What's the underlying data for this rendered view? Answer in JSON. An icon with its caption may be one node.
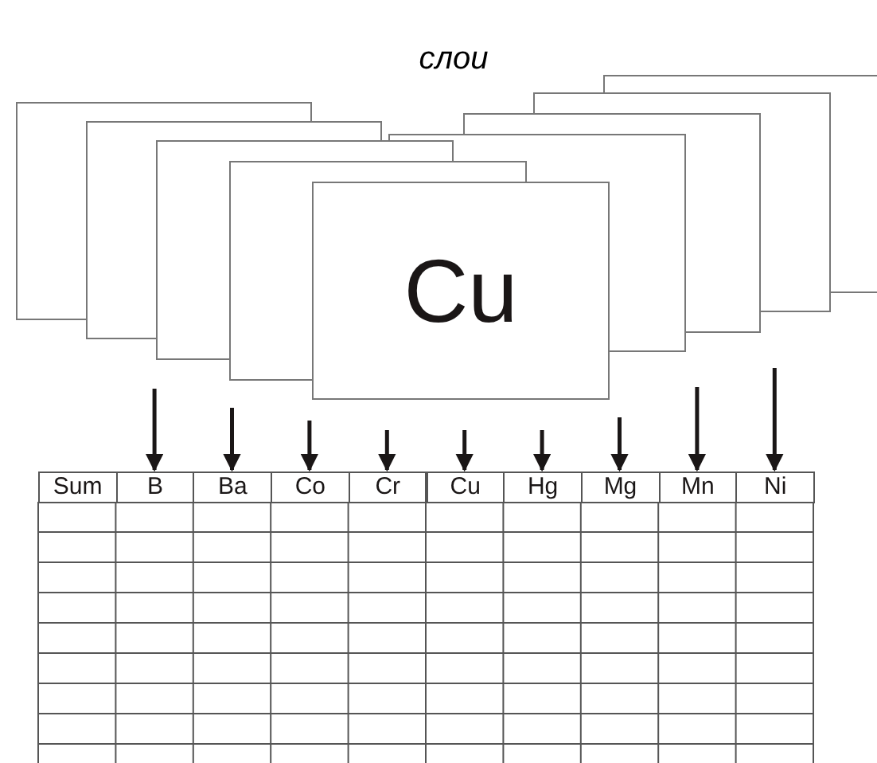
{
  "diagram": {
    "title": "слои",
    "nodes": [
      {
        "text": [],
        "shape": "box"
      },
      {
        "text": [],
        "shape": "box"
      },
      {
        "text": [],
        "shape": "box"
      },
      {
        "text": [],
        "shape": "box"
      },
      {
        "text": [
          "Cu"
        ]
      },
      {
        "text": [],
        "shape": "box"
      },
      {
        "text": [],
        "shape": "box"
      },
      {
        "text": [],
        "shape": "box"
      },
      {
        "text": [],
        "shape": "box"
      },
      {
        "text": [
          "Sum"
        ]
      },
      {
        "text": [
          "B"
        ]
      },
      {
        "text": [
          "Ba"
        ]
      },
      {
        "text": [
          "Co"
        ]
      },
      {
        "text": [
          "Cr"
        ]
      },
      {
        "text": [
          "Cu"
        ]
      },
      {
        "text": [
          "Hg"
        ]
      },
      {
        "text": [
          "Mg"
        ]
      },
      {
        "text": [
          "Mn"
        ]
      },
      {
        "text": [
          "Ni"
        ]
      }
    ],
    "edges": [
      {
        "from": null,
        "to": 10,
        "arrow": "to"
      },
      {
        "from": null,
        "to": 11,
        "arrow": "to"
      },
      {
        "from": null,
        "to": 12,
        "arrow": "to"
      },
      {
        "from": null,
        "to": 13,
        "arrow": "to"
      },
      {
        "from": null,
        "to": 14,
        "arrow": "to"
      },
      {
        "from": null,
        "to": 15,
        "arrow": "to"
      },
      {
        "from": null,
        "to": 16,
        "arrow": "to"
      },
      {
        "from": null,
        "to": 17,
        "arrow": "to"
      },
      {
        "from": null,
        "to": 18,
        "arrow": "to"
      }
    ]
  }
}
